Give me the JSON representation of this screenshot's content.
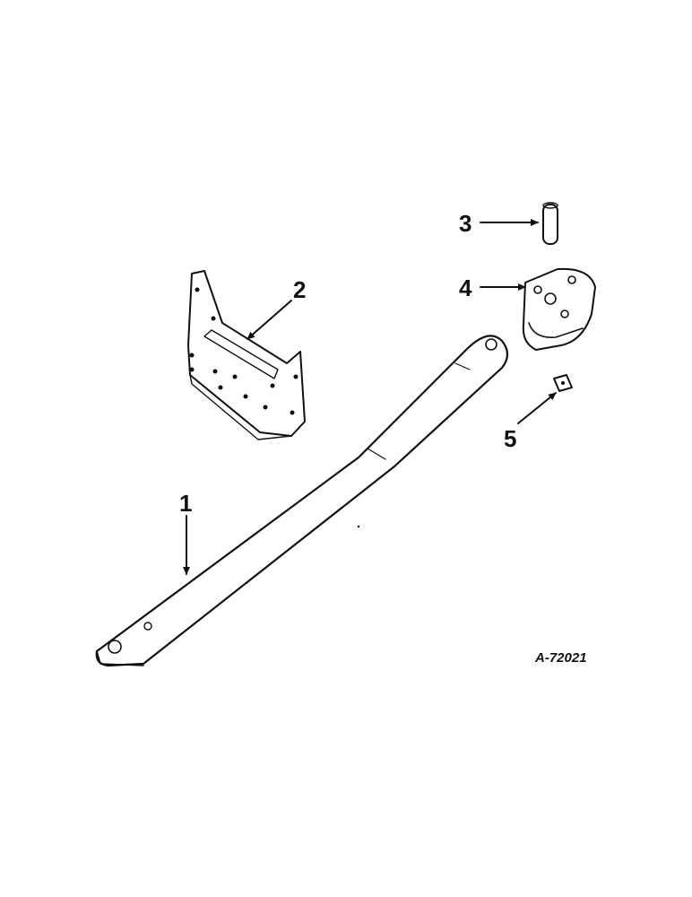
{
  "callouts": {
    "c1": "1",
    "c2": "2",
    "c3": "3",
    "c4": "4",
    "c5": "5"
  },
  "reference_code": "A-72021",
  "colors": {
    "ink": "#111111",
    "paper": "#ffffff"
  }
}
